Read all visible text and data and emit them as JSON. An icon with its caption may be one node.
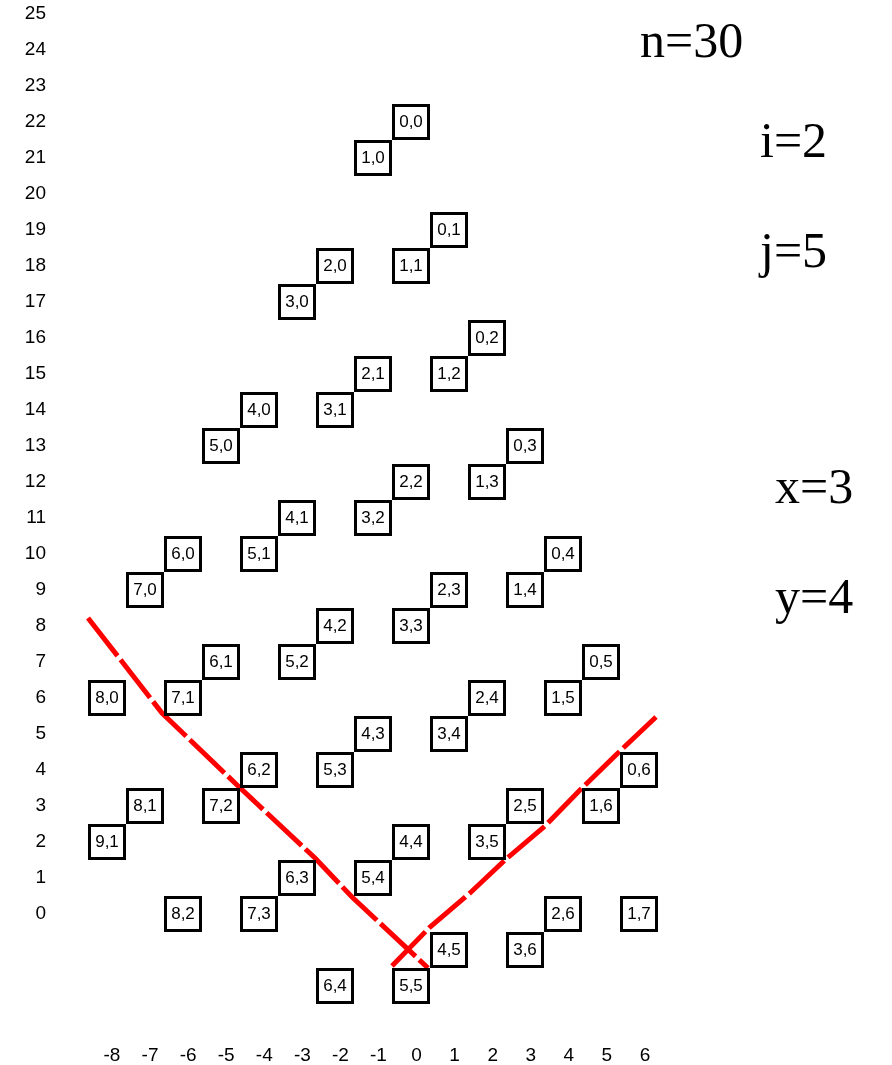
{
  "diagram": {
    "nodes": [
      {
        "text": [
          "0,0"
        ]
      },
      {
        "text": [
          "1,0"
        ]
      },
      {
        "text": [
          "0,1"
        ]
      },
      {
        "text": [
          "2,0"
        ]
      },
      {
        "text": [
          "1,1"
        ]
      },
      {
        "text": [
          "3,0"
        ]
      },
      {
        "text": [
          "0,2"
        ]
      },
      {
        "text": [
          "2,1"
        ]
      },
      {
        "text": [
          "1,2"
        ]
      },
      {
        "text": [
          "4,0"
        ]
      },
      {
        "text": [
          "3,1"
        ]
      },
      {
        "text": [
          "5,0"
        ]
      },
      {
        "text": [
          "0,3"
        ]
      },
      {
        "text": [
          "2,2"
        ]
      },
      {
        "text": [
          "1,3"
        ]
      },
      {
        "text": [
          "4,1"
        ]
      },
      {
        "text": [
          "3,2"
        ]
      },
      {
        "text": [
          "6,0"
        ]
      },
      {
        "text": [
          "5,1"
        ]
      },
      {
        "text": [
          "0,4"
        ]
      },
      {
        "text": [
          "7,0"
        ]
      },
      {
        "text": [
          "2,3"
        ]
      },
      {
        "text": [
          "1,4"
        ]
      },
      {
        "text": [
          "4,2"
        ]
      },
      {
        "text": [
          "3,3"
        ]
      },
      {
        "text": [
          "6,1"
        ]
      },
      {
        "text": [
          "5,2"
        ]
      },
      {
        "text": [
          "0,5"
        ]
      },
      {
        "text": [
          "8,0"
        ]
      },
      {
        "text": [
          "7,1"
        ]
      },
      {
        "text": [
          "2,4"
        ]
      },
      {
        "text": [
          "1,5"
        ]
      },
      {
        "text": [
          "4,3"
        ]
      },
      {
        "text": [
          "3,4"
        ]
      },
      {
        "text": [
          "6,2"
        ]
      },
      {
        "text": [
          "5,3"
        ]
      },
      {
        "text": [
          "0,6"
        ]
      },
      {
        "text": [
          "8,1"
        ]
      },
      {
        "text": [
          "7,2"
        ]
      },
      {
        "text": [
          "2,5"
        ]
      },
      {
        "text": [
          "1,6"
        ]
      },
      {
        "text": [
          "9,1"
        ]
      },
      {
        "text": [
          "4,4"
        ]
      },
      {
        "text": [
          "3,5"
        ]
      },
      {
        "text": [
          "6,3"
        ]
      },
      {
        "text": [
          "5,4"
        ]
      },
      {
        "text": [
          "8,2"
        ]
      },
      {
        "text": [
          "7,3"
        ]
      },
      {
        "text": [
          "2,6"
        ]
      },
      {
        "text": [
          "1,7"
        ]
      },
      {
        "text": [
          "4,5"
        ]
      },
      {
        "text": [
          "3,6"
        ]
      },
      {
        "text": [
          "6,4"
        ]
      },
      {
        "text": [
          "5,5"
        ]
      }
    ],
    "labels": [
      "25",
      "24",
      "23",
      "22",
      "21",
      "20",
      "19",
      "18",
      "17",
      "16",
      "15",
      "14",
      "13",
      "12",
      "11",
      "10",
      "9",
      "8",
      "7",
      "6",
      "5",
      "4",
      "3",
      "2",
      "1",
      "0",
      "n=30",
      "i=2",
      "j=5",
      "x=3",
      "y=4",
      "-8",
      "-7",
      "-6",
      "-5",
      "-4",
      "-3",
      "-2",
      "-1",
      "0",
      "1",
      "2",
      "3",
      "4",
      "5",
      "6"
    ]
  }
}
